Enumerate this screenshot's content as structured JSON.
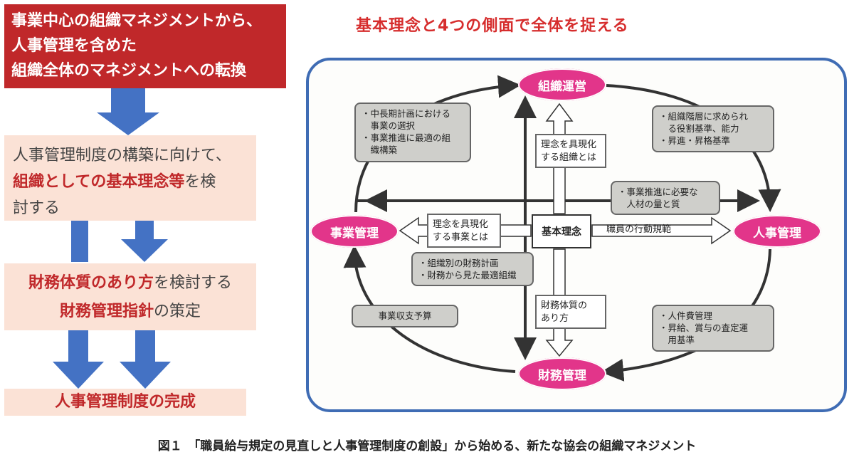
{
  "left_flow": {
    "top_box_lines": [
      "事業中心の組織マネジメントから、",
      "人事管理を含めた",
      "組織全体のマネジメントへの転換"
    ],
    "step2": {
      "line1": "人事管理制度の構築に向けて、",
      "line2_red": "組織としての基本理念等",
      "line2_rest": "を検",
      "line3": "討する"
    },
    "step3": {
      "line1_red": "財務体質のあり方",
      "line1_rest": "を検討する",
      "line2_red": "財務管理指針",
      "line2_rest": "の策定"
    },
    "step4": "人事管理制度の完成"
  },
  "diagram": {
    "title": "基本理念と4つの側面で全体を捉える",
    "nodes": {
      "top": "組織運営",
      "left": "事業管理",
      "right": "人事管理",
      "bottom": "財務管理"
    },
    "center": "基本理念",
    "boxes": {
      "top_left": [
        "・中長期計画における",
        "　事業の選択",
        "・事業推進に最適の組",
        "　織構築"
      ],
      "top_right": [
        "・組織階層に求められ",
        "　る役割基準、能力",
        "・昇進・昇格基準"
      ],
      "mid_right": [
        "・事業推進に必要な",
        "　人材の量と質"
      ],
      "lower_mid": [
        "・組織別の財務計画",
        "・財務から見た最適組織"
      ],
      "bottom_left": [
        "事業収支予算"
      ],
      "bottom_right": [
        "・人件費管理",
        "・昇給、賞与の査定運",
        "　用基準"
      ],
      "arrow_up": [
        "理念を具現化",
        "する組織とは"
      ],
      "arrow_left": [
        "理念を具現化",
        "する事業とは"
      ],
      "arrow_right": [
        "職員の行動規範"
      ],
      "arrow_down": [
        "財務体質の",
        "あり方"
      ]
    },
    "colors": {
      "node": "#e2358a",
      "frame": "#3f6cb4",
      "title": "#d62d2d",
      "flow_arrow": "#4472c4",
      "top_box": "#c0282a"
    }
  },
  "caption": "図１　「職員給与規定の見直しと人事管理制度の創設」から始める、新たな協会の組織マネジメント"
}
